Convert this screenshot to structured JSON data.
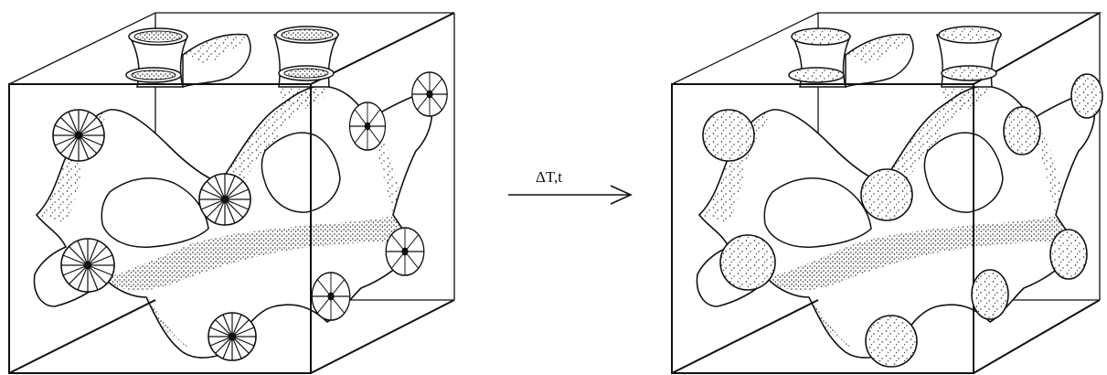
{
  "figure": {
    "arrow_label": "ΔT,t",
    "ink_color": "#111111",
    "left_panel": {
      "pore_end_style": "radial-segments"
    },
    "right_panel": {
      "pore_end_style": "stippled-disk"
    }
  }
}
